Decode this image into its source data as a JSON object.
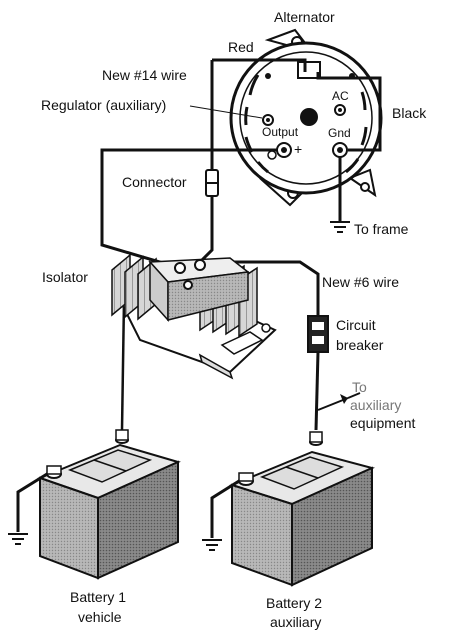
{
  "diagram": {
    "labels": {
      "alternator": "Alternator",
      "red": "Red",
      "new14": "New #14 wire",
      "regulator": "Regulator (auxiliary)",
      "black": "Black",
      "ac": "AC",
      "output": "Output",
      "plus": "+",
      "gnd": "Gnd",
      "connector": "Connector",
      "to_frame": "To frame",
      "isolator": "Isolator",
      "new6": "New #6 wire",
      "cb_line1": "Circuit",
      "cb_line2": "breaker",
      "to_line1": "To",
      "to_line2": "auxiliary",
      "to_line3": "equipment",
      "b1_line1": "Battery 1",
      "b1_line2": "vehicle",
      "b2_line1": "Battery 2",
      "b2_line2": "auxiliary"
    }
  }
}
